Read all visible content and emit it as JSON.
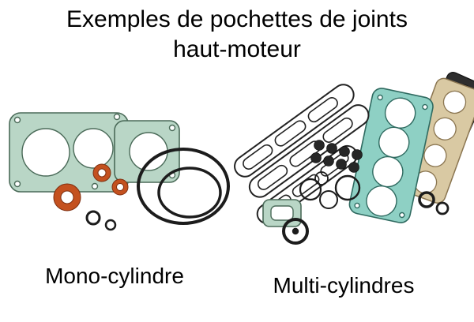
{
  "title": {
    "line1": "Exemples de pochettes de joints",
    "line2": "haut-moteur"
  },
  "captions": {
    "mono": "Mono-cylindre",
    "multi": "Multi-cylindres"
  },
  "colors": {
    "bg": "#ffffff",
    "text": "#000000",
    "gasket-green": "#b9d6c6",
    "outline-green": "#4a6a58",
    "gasket-teal": "#8ed0c4",
    "outline-teal": "#2f6a60",
    "gasket-tan": "#d9c9a3",
    "outline-tan": "#8a7550",
    "seal-orange": "#c4511f",
    "rubber-black": "#1c1c1c"
  }
}
